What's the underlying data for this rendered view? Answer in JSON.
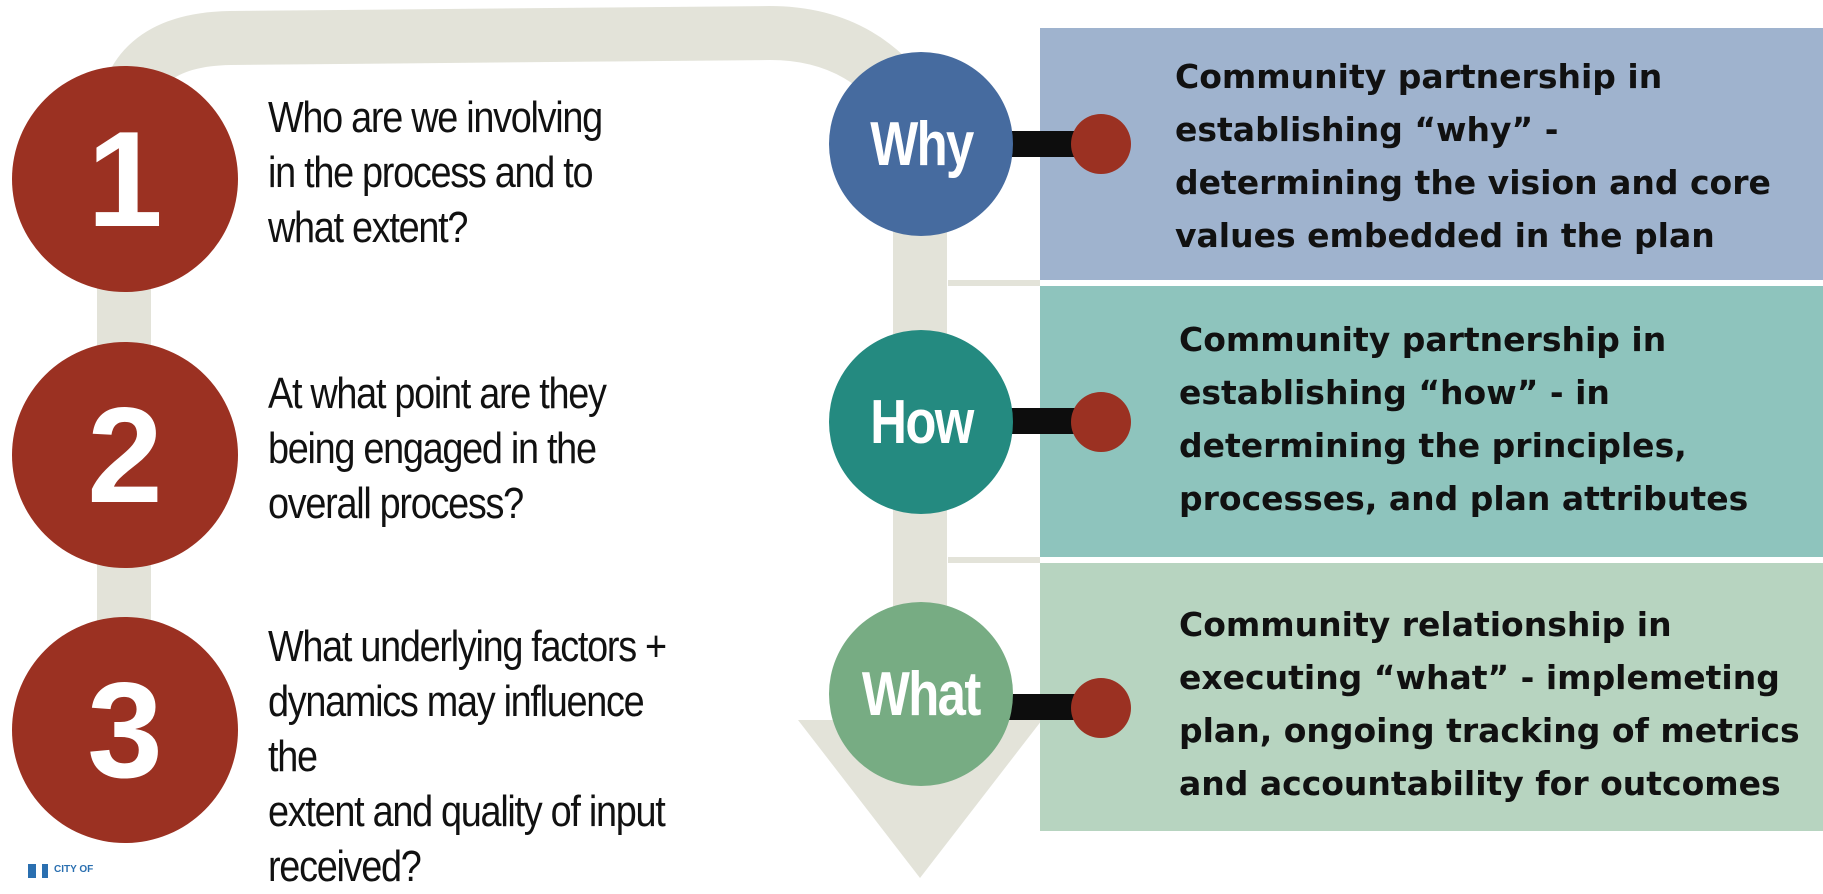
{
  "steps": [
    {
      "number": "1",
      "question_lines": [
        "Who are we involving",
        "in the process and to",
        "what extent?"
      ]
    },
    {
      "number": "2",
      "question_lines": [
        "At what point are they",
        "being engaged in the",
        "overall process?"
      ]
    },
    {
      "number": "3",
      "question_lines": [
        "What underlying factors +",
        "dynamics may influence the",
        "extent and quality of input",
        "received?"
      ]
    }
  ],
  "stages": [
    {
      "label": "Why",
      "color": "#466b9f",
      "panel_color": "#9fb3ce",
      "lines": [
        "Community partnership in",
        "establishing “why” -",
        "determining the vision and core",
        "values embedded in the plan"
      ]
    },
    {
      "label": "How",
      "color": "#248a80",
      "panel_color": "#8ec4bd",
      "lines": [
        "Community partnership in",
        "establishing “how” -  in",
        "determining the principles,",
        "processes, and plan attributes"
      ]
    },
    {
      "label": "What",
      "color": "#77ac83",
      "panel_color": "#b7d4c0",
      "lines": [
        "Community relationship in",
        "executing “what” -  implemeting",
        "plan, ongoing tracking of metrics",
        "and accountability for outcomes"
      ]
    }
  ],
  "colors": {
    "number_circle": "#9b3122",
    "dot": "#9b3122",
    "track": "#e3e3d9",
    "connector": "#0d0d0d"
  },
  "logo": {
    "text": "CITY OF"
  }
}
